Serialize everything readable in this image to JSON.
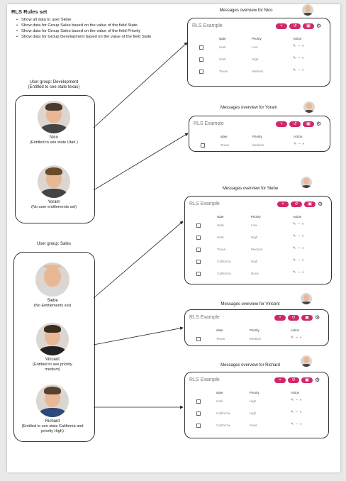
{
  "rules": {
    "title": "RLS Rules set",
    "items": [
      "Show all data to user Siebe",
      "Show data for Group Sales based on the value of the field State",
      "Show data for Group Sales based on the value of the field Priority",
      "Show data for Group Development based on the value of the field State"
    ]
  },
  "groups": [
    {
      "title": "User group: Development",
      "note": "(Entitled to see state texas)"
    },
    {
      "title": "User group: Sales",
      "note": ""
    }
  ],
  "users": [
    {
      "name": "Nico",
      "note": "(Entitled to see state Utah )"
    },
    {
      "name": "Yoram",
      "note": "(No user entitlements set)"
    },
    {
      "name": "Siebe",
      "note": "(No Entitlements set)"
    },
    {
      "name": "Vincent",
      "note": "(Entitled to see priority medium)"
    },
    {
      "name": "Richard",
      "note": "(Entitled to see state California and priority High)"
    }
  ],
  "panel_common": {
    "app_name": "RLS Example",
    "col_state": "state",
    "col_priority": "Priority",
    "col_action": "Action",
    "btn_add": "+",
    "btn_undo": "↺",
    "btn_save": "▣",
    "settings_icon": "gear-icon"
  },
  "panels": [
    {
      "title": "Messages overview for Nico",
      "rows": [
        [
          "Utah",
          "Low"
        ],
        [
          "Utah",
          "High"
        ],
        [
          "Texas",
          "Medium"
        ]
      ]
    },
    {
      "title": "Messages overview for Yoram",
      "rows": [
        [
          "Texas",
          "Medium"
        ]
      ]
    },
    {
      "title": "Messages overview for Siebe",
      "rows": [
        [
          "Utah",
          "Low"
        ],
        [
          "Utah",
          "High"
        ],
        [
          "Texas",
          "Medium"
        ],
        [
          "California",
          "High"
        ],
        [
          "California",
          "None"
        ]
      ]
    },
    {
      "title": "Messages overview for Vincent",
      "rows": [
        [
          "Texas",
          "Medium"
        ]
      ]
    },
    {
      "title": "Messages overview for Richard",
      "rows": [
        [
          "Utah",
          "High"
        ],
        [
          "California",
          "High"
        ],
        [
          "California",
          "None"
        ]
      ]
    }
  ],
  "colors": {
    "accent": "#d1286a",
    "border": "#333333"
  }
}
